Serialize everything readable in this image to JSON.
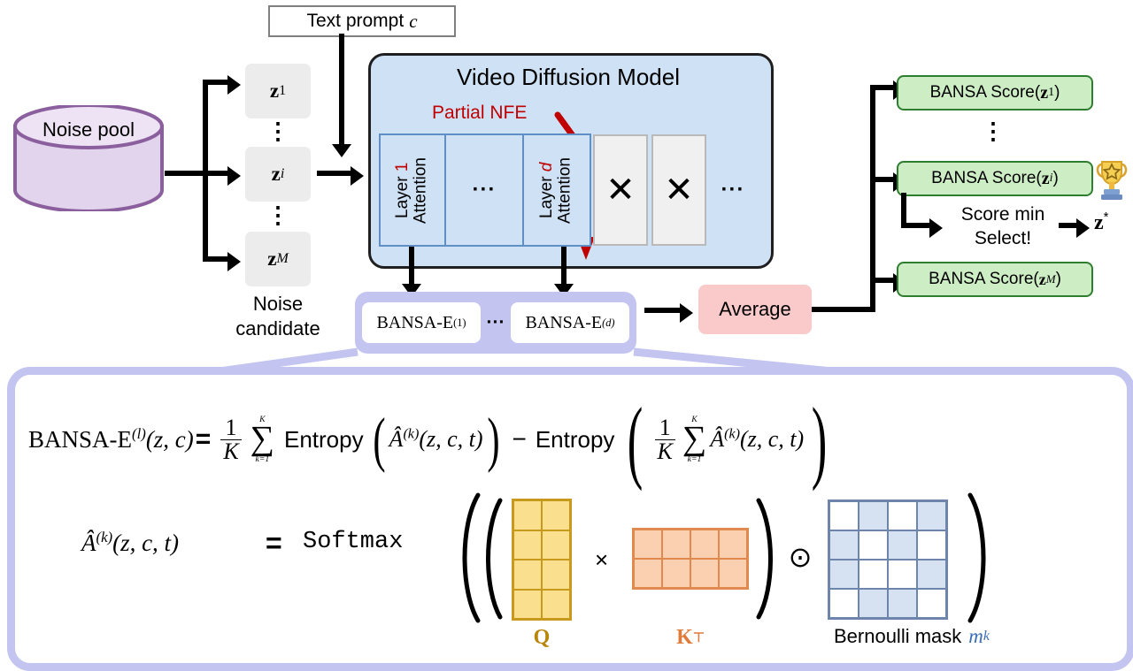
{
  "pipeline": {
    "noise_pool": "Noise pool",
    "noise_candidate_label_line1": "Noise",
    "noise_candidate_label_line2": "candidate",
    "candidates": [
      {
        "base": "z",
        "sub": "1"
      },
      {
        "base": "z",
        "sub": "i"
      },
      {
        "base": "z",
        "sub": "M"
      }
    ],
    "vertical_ellipsis": "⋮",
    "text_prompt": "Text prompt",
    "text_prompt_var": "c"
  },
  "model": {
    "title": "Video Diffusion Model",
    "partial_nfe": "Partial NFE",
    "partial_nfe_color": "#c00000",
    "layers": [
      {
        "name_line1": "Layer",
        "index": "1",
        "name_line2": "Attention"
      },
      {
        "name_line1": "Layer",
        "index": "d",
        "name_line2": "Attention"
      }
    ],
    "inner_ellipsis": "···",
    "skipped_mark": "✕",
    "trailing_ellipsis": "···",
    "fill_color": "#cfe1f5"
  },
  "bansa_layer_boxes": {
    "first": {
      "name": "BANSA-E",
      "sup": "(1)"
    },
    "between": "···",
    "last": {
      "name": "BANSA-E",
      "sup": "(d)"
    },
    "wrapper_color": "#c3c4f0"
  },
  "average": {
    "label": "Average",
    "color": "#fac9c9"
  },
  "scores": {
    "items": [
      {
        "prefix": "BANSA Score(",
        "base": "z",
        "sub": "1",
        "suffix": ")"
      },
      {
        "prefix": "BANSA Score(",
        "base": "z",
        "sub": "i",
        "suffix": ")"
      },
      {
        "prefix": "BANSA Score(",
        "base": "z",
        "sub": "M",
        "suffix": ")"
      }
    ],
    "ellipsis": "⋮",
    "color": "#cdeec4",
    "select_line1": "Score min",
    "select_line2": "Select!",
    "winner": "z",
    "winner_sup": "*",
    "trophy_icon": "trophy-icon"
  },
  "equation": {
    "line1": {
      "lhs_name": "BANSA-E",
      "lhs_sup": "(l)",
      "lhs_args": "(z, c)",
      "equals": "=",
      "frac_num": "1",
      "frac_den": "K",
      "sum_top": "K",
      "sum_bottom": "k=1",
      "sum_glyph": "∑",
      "entropy": "Entropy",
      "A_hat": "Â",
      "A_sup": "(k)",
      "A_args": "(z, c, t)",
      "minus": "−"
    },
    "line2": {
      "lhs_A": "Â",
      "lhs_sup": "(k)",
      "lhs_args": "(z, c, t)",
      "equals": "=",
      "softmax": "Softmax",
      "times": "×",
      "hadamard": "⊙",
      "caption_q": "Q",
      "caption_k": "K",
      "caption_k_sup": "⊤",
      "caption_mask": "Bernoulli mask",
      "caption_mask_var": "m",
      "caption_mask_sub": "k"
    },
    "matrices": {
      "q": {
        "rows": 4,
        "cols": 2,
        "color": "#fadf8e",
        "border": "#c79a1e"
      },
      "k": {
        "rows": 2,
        "cols": 4,
        "color": "#fbd0b0",
        "border": "#e08a50"
      },
      "mask": {
        "rows": 4,
        "cols": 4,
        "color": "#d6e2f2",
        "border": "#6d84ab",
        "pattern": [
          [
            0,
            1,
            0,
            1
          ],
          [
            1,
            0,
            1,
            0
          ],
          [
            1,
            0,
            0,
            1
          ],
          [
            0,
            1,
            1,
            0
          ]
        ]
      }
    }
  }
}
